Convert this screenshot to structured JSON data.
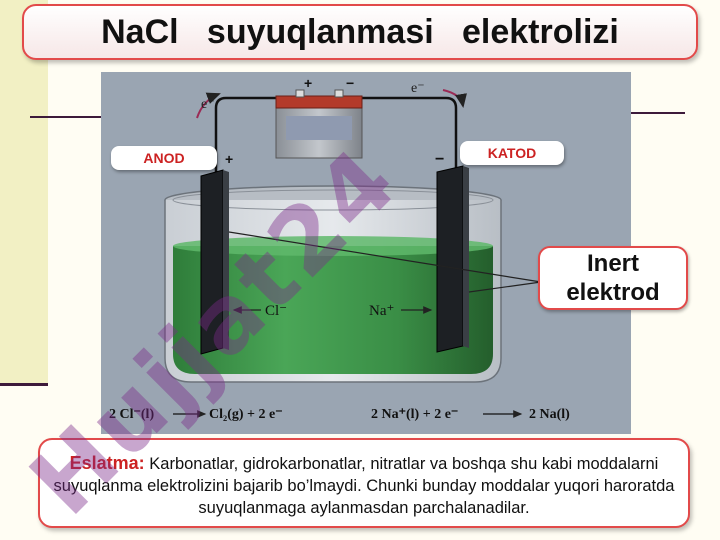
{
  "title": "NaCl   suyuqlanmasi   elektrolizi",
  "figure": {
    "anod_label": "ANOD",
    "katod_label": "KATOD",
    "electron_left": "e⁻",
    "electron_right": "e⁻",
    "battery_plus": "+",
    "battery_minus": "−",
    "anode_sign": "+",
    "cathode_sign": "−",
    "ion_cl": "Cl⁻",
    "ion_na": "Na⁺",
    "eq_left": "2 Cl⁻(l)",
    "eq_left_product": "Cl₂(g) + 2 e⁻",
    "eq_right": "2 Na⁺(l) + 2 e⁻",
    "eq_right_product": "2 Na(l)"
  },
  "callout": {
    "line1": "Inert",
    "line2": "elektrod"
  },
  "note": {
    "highlight": "Eslatma:",
    "text": " Karbonatlar, gidrokarbonatlar, nitratlar va  boshqa shu kabi moddalarni suyuqlanma elektrolizini bajarib bo’lmaydi. Chunki bunday moddalar yuqori haroratda suyuqlanmaga aylanmasdan parchalanadilar."
  },
  "watermark": "Hujjat24",
  "colors": {
    "accent_red": "#cc2222",
    "border_red": "#e24a4a",
    "melt_green": "#3f9a4a",
    "watermark": "#7b2c8a"
  }
}
